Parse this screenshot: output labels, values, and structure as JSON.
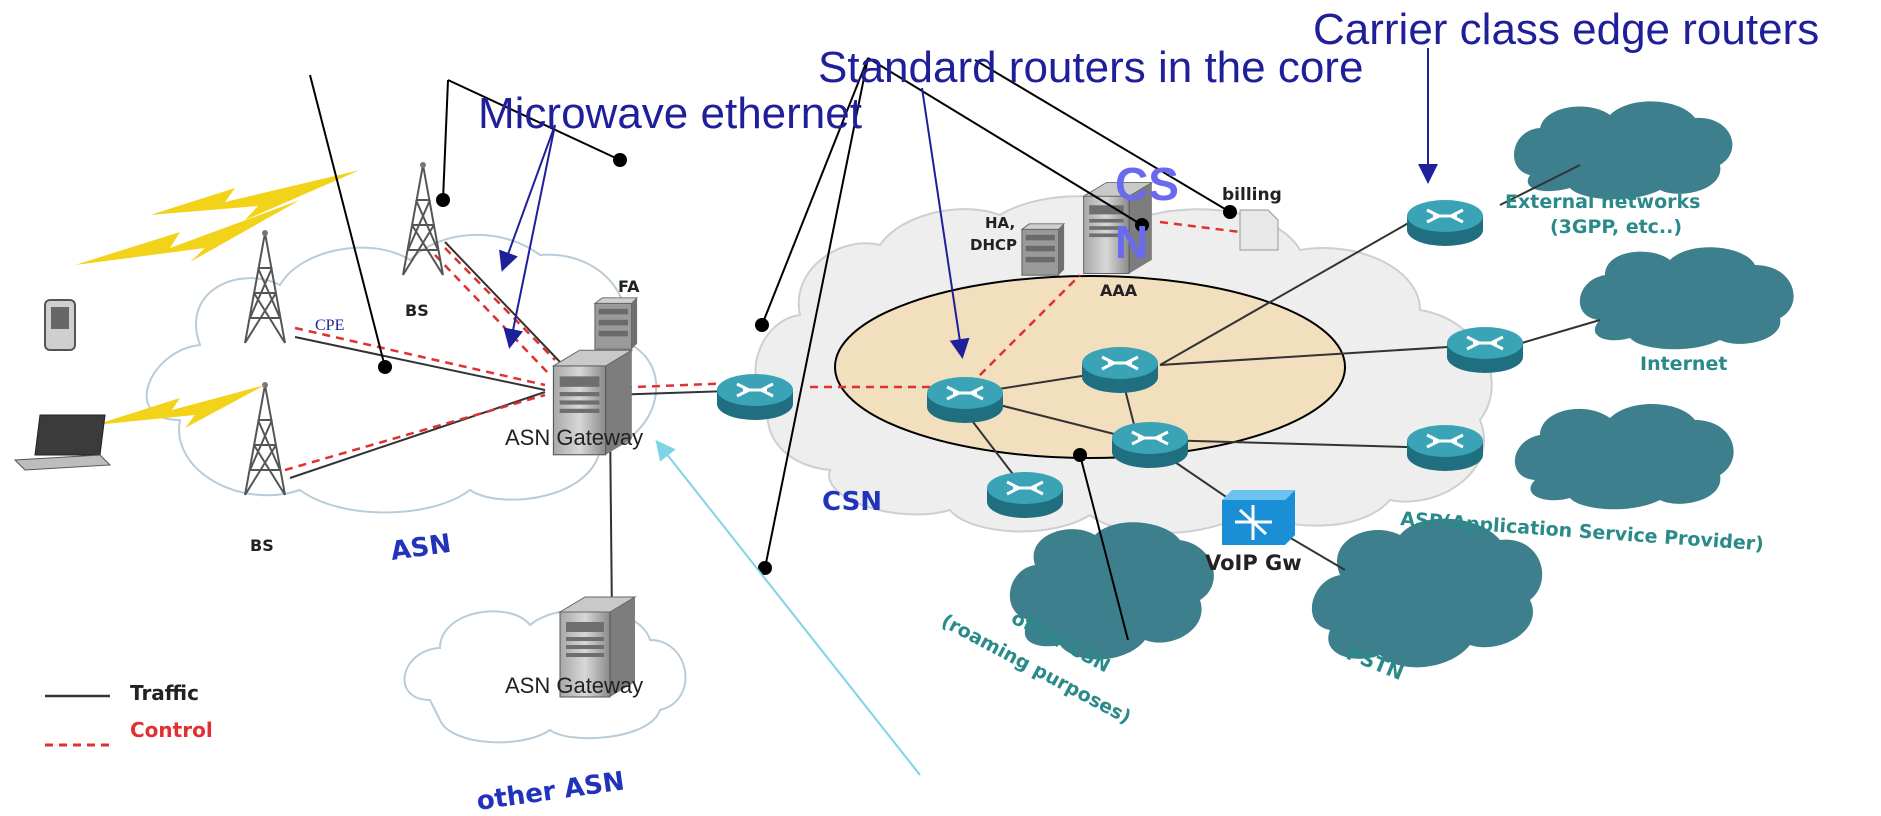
{
  "callouts": {
    "carrier_class": "Carrier class edge routers",
    "standard_routers": "Standard routers in the core",
    "microwave": "Microwave ethernet"
  },
  "labels": {
    "csn_big": "CS",
    "csn_big_2": "N",
    "billing": "billing",
    "ha": "HA,",
    "dhcp": "DHCP",
    "aaa": "AAA",
    "fa": "FA",
    "bs_top": "BS",
    "bs_bottom": "BS",
    "cpe": "CPE",
    "asn_gateway": "ASN Gateway",
    "asn_gateway_2": "ASN Gateway",
    "asn": "ASN",
    "other_asn": "other ASN",
    "csn": "CSN",
    "external_networks": "External networks",
    "external_networks_2": "(3GPP, etc..)",
    "internet": "Internet",
    "asp": "ASP(Application Service Provider)",
    "voip": "VoIP Gw",
    "pstn": "PSTN",
    "other_csn": "other CSN",
    "other_csn_2": "(roaming purposes)"
  },
  "legend": {
    "traffic": "Traffic",
    "control": "Control"
  },
  "colors": {
    "cloud": "#eeeeee",
    "cloud_stroke": "#c4c4c4",
    "ext_cloud": "#3d7f8c",
    "router": "#2f8fa0",
    "core_ellipse": "#f2dfbd",
    "control_line": "#e03030",
    "navy_text": "#1f1f9a",
    "teal_text": "#2a8a8a"
  }
}
